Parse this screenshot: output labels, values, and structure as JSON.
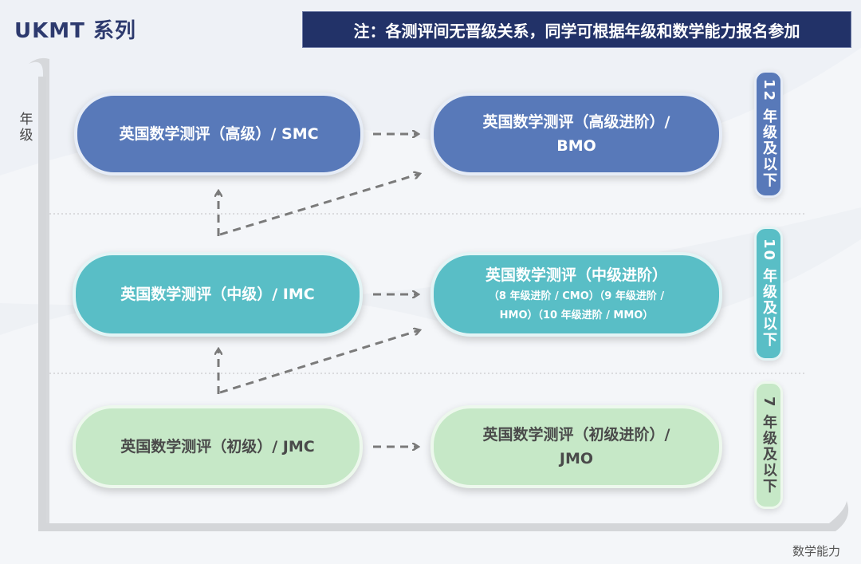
{
  "header": {
    "title": "UKMT 系列",
    "note": "注：各测评间无晋级关系，同学可根据年级和数学能力报名参加"
  },
  "axes": {
    "y_label": "年级",
    "x_label": "数学能力"
  },
  "levels": {
    "senior": {
      "basic": "英国数学测评（高级）/ SMC",
      "advanced_line1": "英国数学测评（高级进阶）/",
      "advanced_line2": "BMO",
      "grade": "12 年级及以下"
    },
    "intermediate": {
      "basic": "英国数学测评（中级）/ IMC",
      "advanced_line1": "英国数学测评（中级进阶）",
      "advanced_line2": "（8 年级进阶 / CMO）（9 年级进阶 /",
      "advanced_line3": "HMO）（10 年级进阶 / MMO）",
      "grade": "10 年级及以下"
    },
    "junior": {
      "basic": "英国数学测评（初级）/ JMC",
      "advanced_line1": "英国数学测评（初级进阶）/",
      "advanced_line2": "JMO",
      "grade": "7 年级及以下"
    }
  },
  "colors": {
    "senior": "#5879b9",
    "intermediate": "#59bec6",
    "junior": "#c6e8c7",
    "header_bg": "#223268"
  }
}
